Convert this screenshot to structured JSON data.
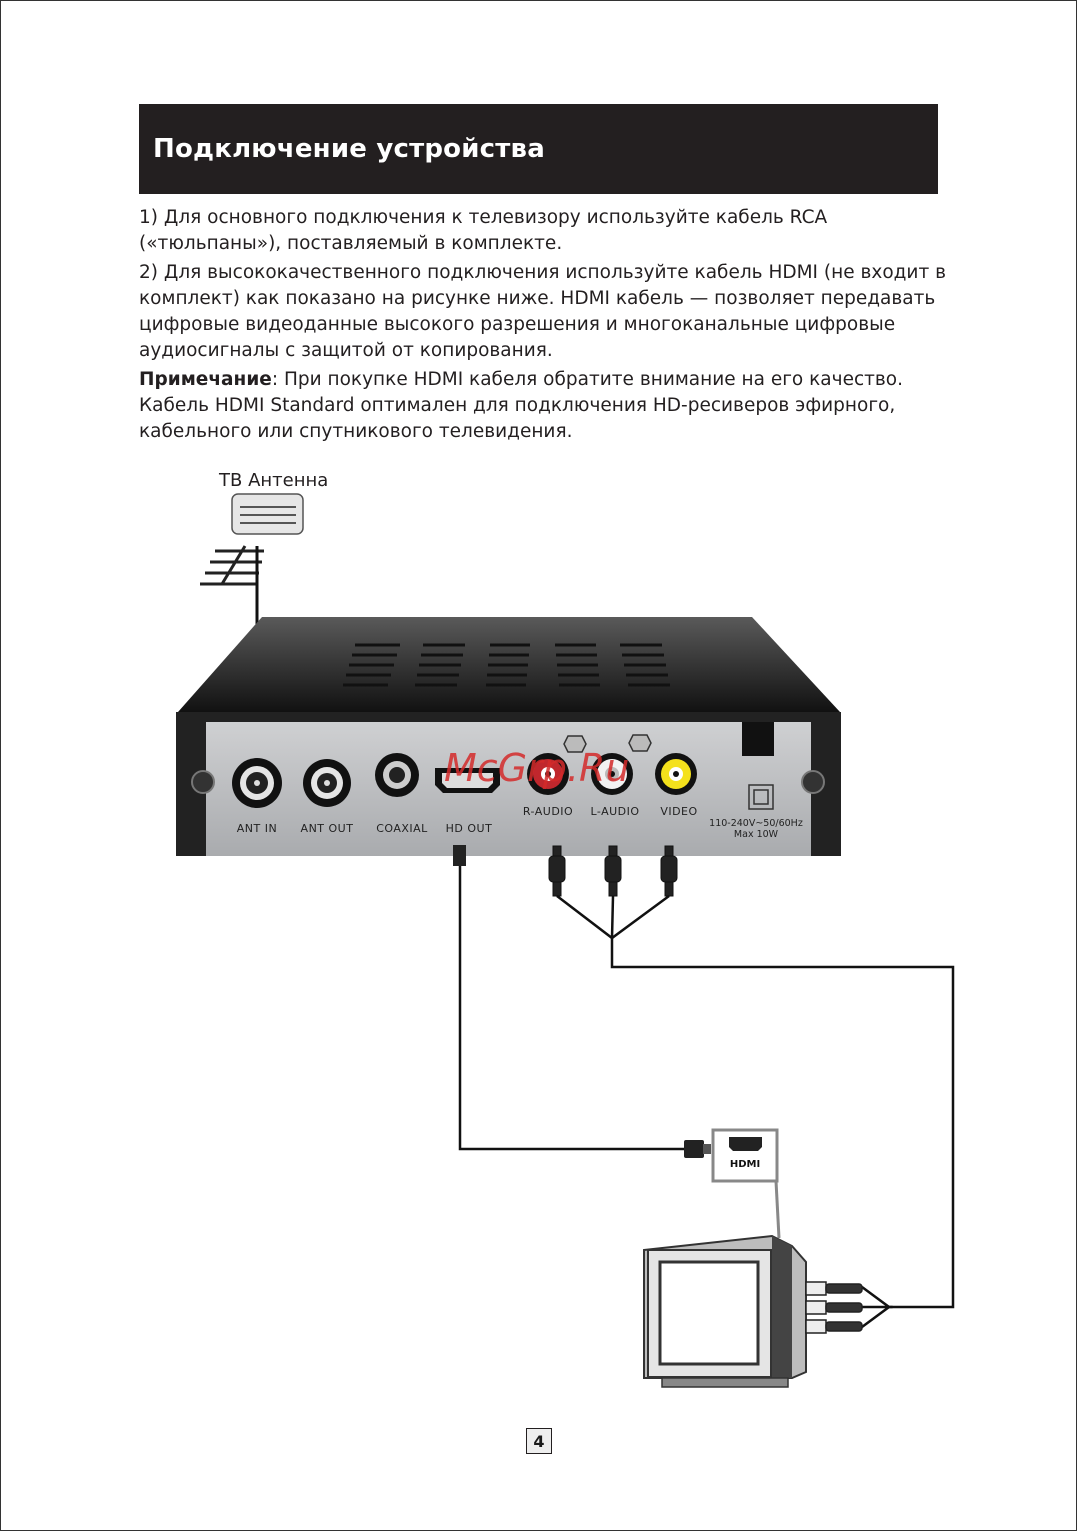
{
  "header": {
    "title": "Подключение устройства"
  },
  "instructions": {
    "item1": "1) Для основного подключения к телевизору используйте кабель RCA («тюльпаны»), поставляемый в комплекте.",
    "item2": "2) Для высококачественного подключения используйте кабель HDMI (не входит в комплект) как показано на рисунке ниже. HDMI кабель — позволяет передавать цифровые видеоданные высокого разрешения и многоканальные цифровые аудиосигналы с защитой от копирования.",
    "note_label": "Примечание",
    "note_text": ": При покупке HDMI кабеля обратите внимание на его качество. Кабель HDMI Standard оптимален для подключения HD-ресиверов эфирного, кабельного или спутникового телевидения."
  },
  "diagram": {
    "antenna_label": "ТВ Антенна",
    "ports": {
      "ant_in": "ANT IN",
      "ant_out": "ANT OUT",
      "coaxial": "COAXIAL",
      "hd_out": "HD OUT",
      "r_audio": "R-AUDIO",
      "l_audio": "L-AUDIO",
      "video": "VIDEO"
    },
    "power_line1": "110-240V~50/60Hz",
    "power_line2": "Max 10W",
    "tv_hdmi_label": "HDMI",
    "watermark": "McGrp.Ru"
  },
  "footer": {
    "page_number": "4"
  }
}
